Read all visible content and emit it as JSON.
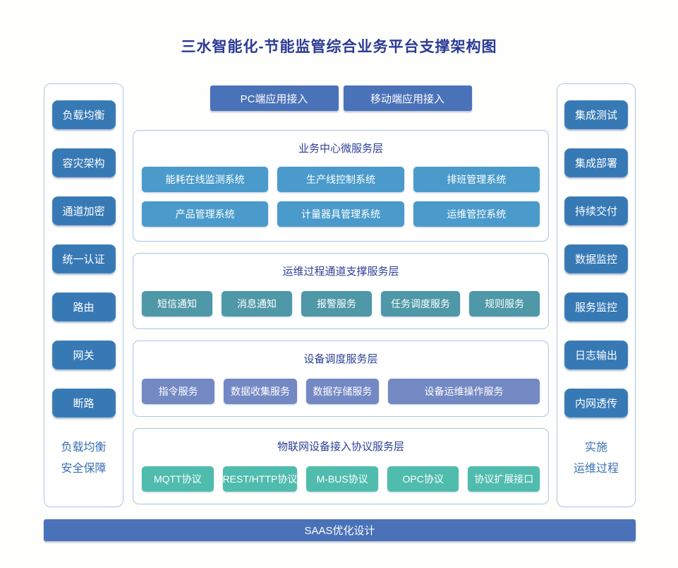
{
  "title": "三水智能化-节能监管综合业务平台支撑架构图",
  "colors": {
    "title_text": "#2b3a94",
    "layer_title_text": "#2e4096",
    "caption_text": "#3a70b5",
    "container_border": "#a9c6e4",
    "sidebar_box": "#3779b5",
    "access_bar": "#4a72b8"
  },
  "left_sidebar": {
    "items": [
      "负载均衡",
      "容灾架构",
      "通道加密",
      "统一认证",
      "路由",
      "网关",
      "断路"
    ],
    "footer_lines": [
      "负载均衡",
      "安全保障"
    ]
  },
  "right_sidebar": {
    "items": [
      "集成测试",
      "集成部署",
      "持续交付",
      "数据监控",
      "服务监控",
      "日志输出",
      "内网透传"
    ],
    "footer_lines": [
      "实施",
      "运维过程"
    ]
  },
  "access_buttons": [
    "PC端应用接入",
    "移动端应用接入"
  ],
  "layers": [
    {
      "title": "业务中心微服务层",
      "color": "#4a9bcb",
      "rows": [
        [
          "能耗在线监测系统",
          "生产线控制系统",
          "排班管理系统"
        ],
        [
          "产品管理系统",
          "计量器具管理系统",
          "运维管控系统"
        ]
      ]
    },
    {
      "title": "运维过程通道支撑服务层",
      "color": "#4e98a8",
      "rows": [
        [
          "短信通知",
          "消息通知",
          "报警服务",
          "任务调度服务",
          "规则服务"
        ]
      ]
    },
    {
      "title": "设备调度服务层",
      "color": "#7489c4",
      "rows": [
        [
          "指令服务",
          "数据收集服务",
          "数据存储服务",
          "设备运维操作服务"
        ]
      ]
    },
    {
      "title": "物联网设备接入协议服务层",
      "color": "#4fbcae",
      "rows": [
        [
          "MQTT协议",
          "REST/HTTP协议",
          "M-BUS协议",
          "OPC协议",
          "协议扩展接口"
        ]
      ]
    }
  ],
  "bottom_bar": "SAAS优化设计"
}
